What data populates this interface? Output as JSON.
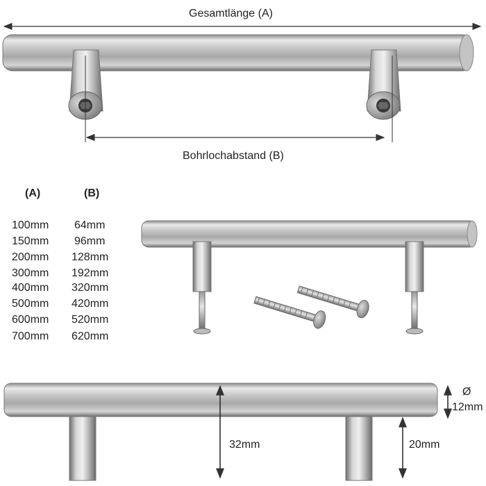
{
  "top_diagram": {
    "overall_length_label": "Gesamtlänge (A)",
    "hole_spacing_label": "Bohrlochabstand (B)"
  },
  "size_table": {
    "header_a": "(A)",
    "header_b": "(B)",
    "rows": [
      {
        "a": "100mm",
        "b": "64mm"
      },
      {
        "a": "150mm",
        "b": "96mm"
      },
      {
        "a": "200mm",
        "b": "128mm"
      },
      {
        "a": "300mm",
        "b": "192mm"
      },
      {
        "a": "400mm",
        "b": "320mm"
      },
      {
        "a": "500mm",
        "b": "420mm"
      },
      {
        "a": "600mm",
        "b": "520mm"
      },
      {
        "a": "700mm",
        "b": "620mm"
      }
    ]
  },
  "bottom_diagram": {
    "diameter_symbol": "Ø",
    "diameter_value": "12mm",
    "height_label": "32mm",
    "foot_label": "20mm"
  }
}
